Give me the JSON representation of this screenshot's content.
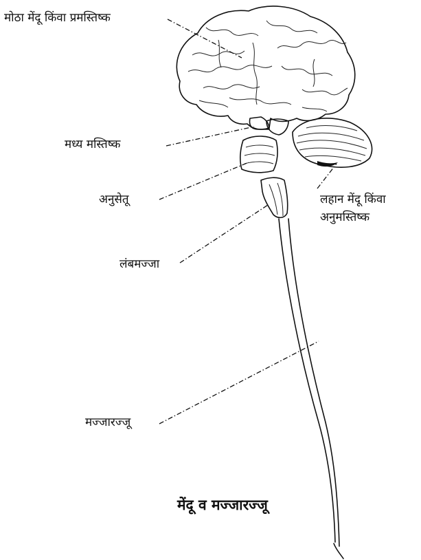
{
  "labels": {
    "cerebrum": "मोठा मेंदू किंवा प्रमस्तिष्क",
    "midbrain": "मध्य मस्तिष्क",
    "pons": "अनुसेतू",
    "cerebellum_line1": "लहान मेंदू किंवा",
    "cerebellum_line2": "अनुमस्तिष्क",
    "medulla": "लंबमज्जा",
    "spinal_cord": "मज्जारज्जू"
  },
  "title": "मेंदू व मज्जारज्जू"
}
